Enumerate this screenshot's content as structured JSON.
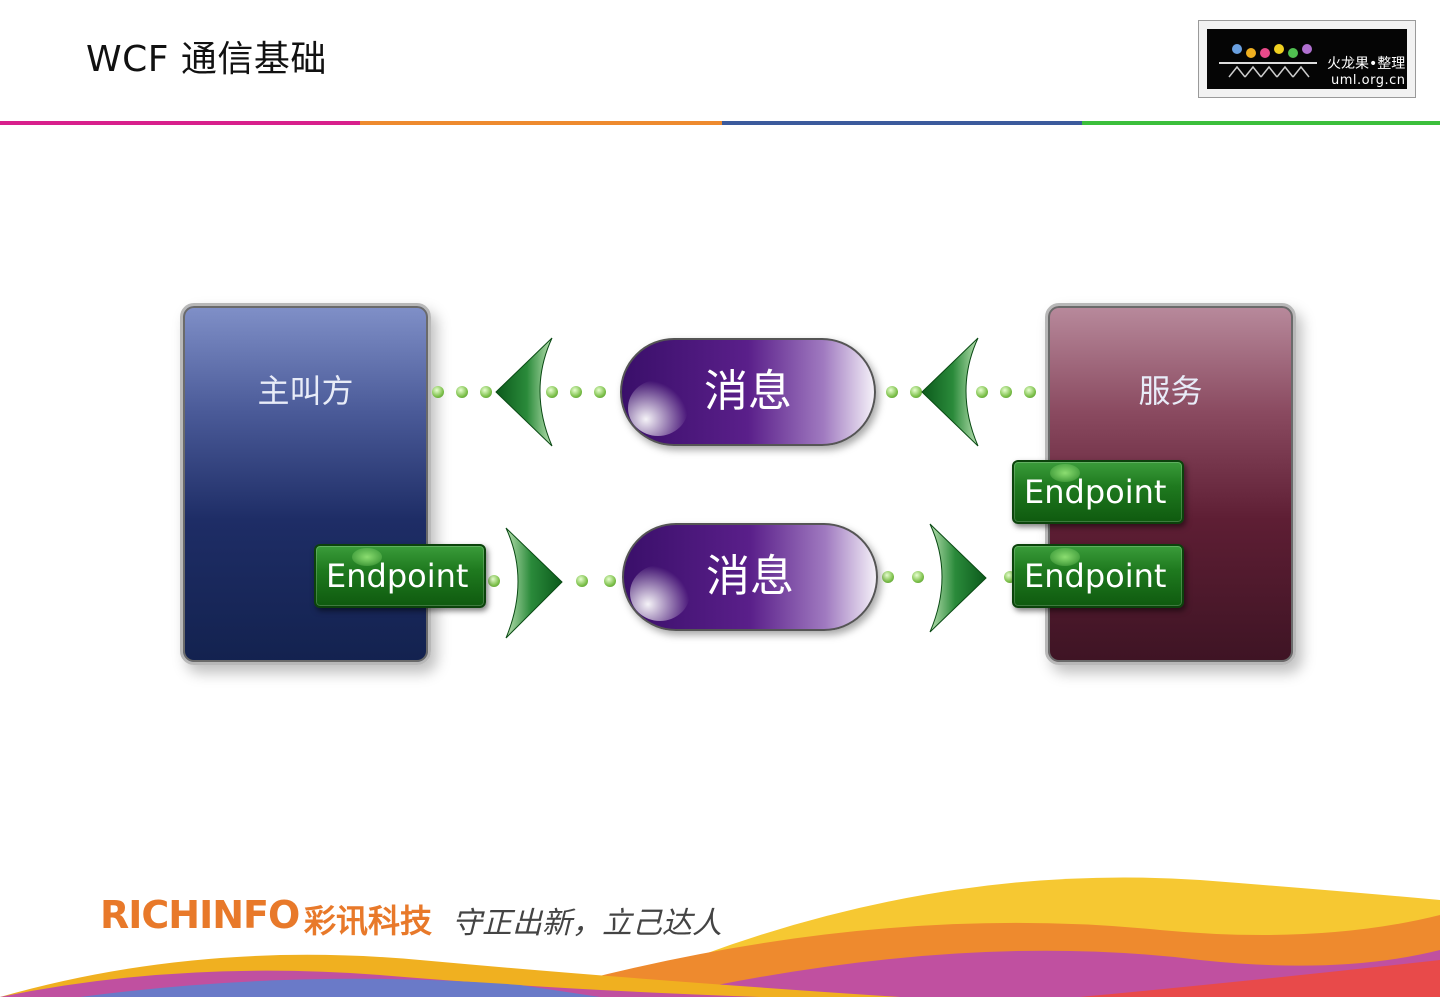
{
  "header": {
    "title": "WCF 通信基础",
    "logo": {
      "line1": "火龙果•整理",
      "line2": "uml.org.cn"
    }
  },
  "stripe_colors": [
    "#d81f8c",
    "#ee8a2e",
    "#3b5a9c",
    "#3cbf3c"
  ],
  "diagram": {
    "caller": {
      "label": "主叫方",
      "endpoint": "Endpoint",
      "color": "#1e2d66"
    },
    "service": {
      "label": "服务",
      "endpoints": [
        "Endpoint",
        "Endpoint"
      ],
      "color": "#5e1e34"
    },
    "messages": [
      "消息",
      "消息"
    ],
    "arrow_color": "#1f7a1f",
    "message_color": "#5a1f8a"
  },
  "footer": {
    "brand": "RICHINFO",
    "brand_cn": "彩讯科技",
    "slogan": "守正出新，立己达人"
  }
}
